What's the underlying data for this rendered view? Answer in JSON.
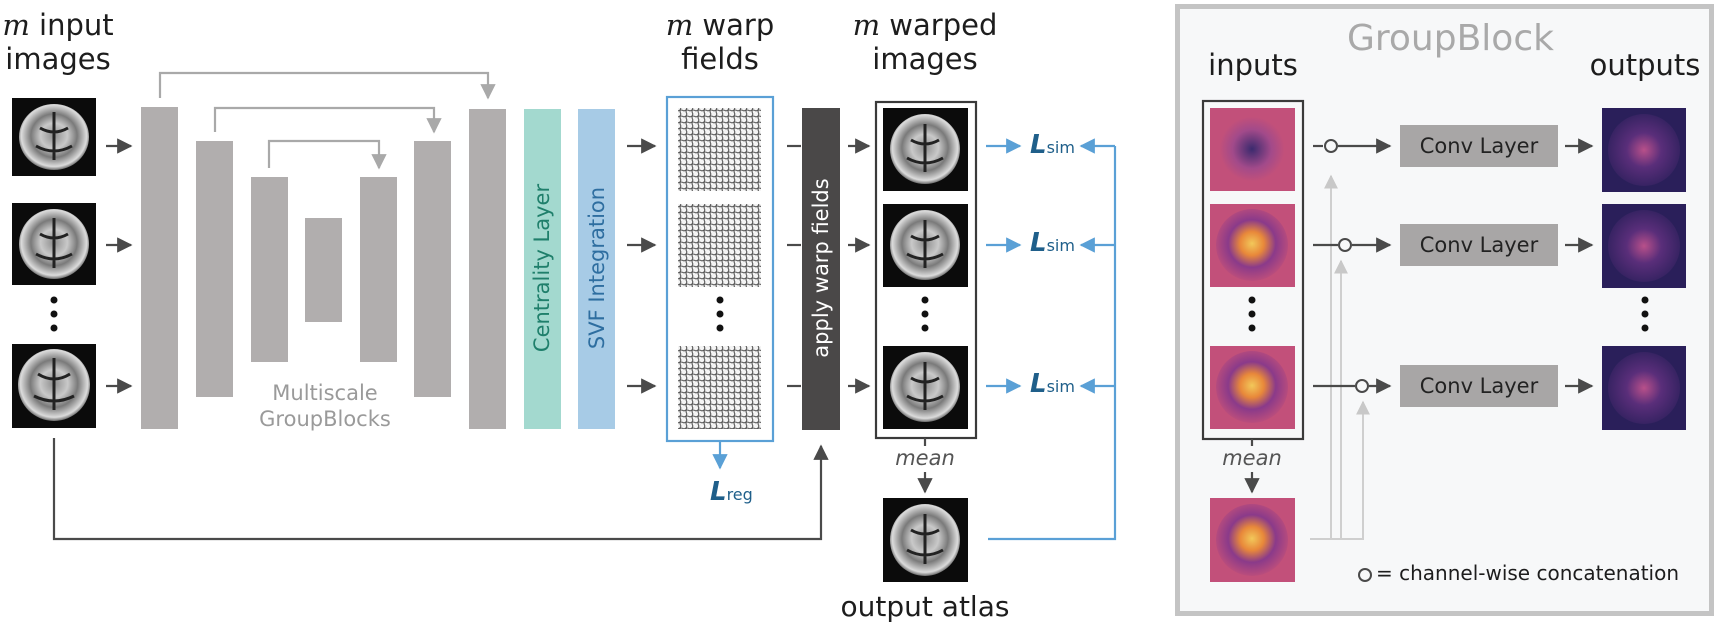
{
  "labels": {
    "input_images_m": "m",
    "input_images_line1": " input",
    "input_images_line2": "images",
    "warp_fields_m": "m",
    "warp_fields_line1": " warp",
    "warp_fields_line2": "fields",
    "warped_images_m": "m",
    "warped_images_line1": " warped",
    "warped_images_line2": "images",
    "multiscale_line1": "Multiscale",
    "multiscale_line2": "GroupBlocks",
    "centrality_layer": "Centrality Layer",
    "svf_integration": "SVF Integration",
    "apply_warp_fields": "apply warp fields",
    "mean_main": "mean",
    "output_atlas": "output atlas"
  },
  "losses": {
    "sim_L": "L",
    "sim_sub": "sim",
    "reg_L": "L",
    "reg_sub": "reg"
  },
  "groupblock": {
    "title": "GroupBlock",
    "inputs_label": "inputs",
    "outputs_label": "outputs",
    "conv_layer_1": "Conv Layer",
    "conv_layer_2": "Conv Layer",
    "conv_layer_3": "Conv Layer",
    "mean_label": "mean",
    "legend": "= channel-wise concatenation"
  },
  "colors": {
    "unet_bar": "#b1aeae",
    "centrality": "#a3d9cf",
    "centrality_text": "#1f7f6b",
    "svf": "#a7cbe6",
    "svf_text": "#2e6ea0",
    "apply_box": "#4a4848",
    "loss_blue": "#5aa0d6",
    "dark_arrow": "#4a4a4a",
    "grey_arrow": "#a9a9a9",
    "panel_border": "#c4c4c4"
  },
  "icons": [
    "brain-mri-icon",
    "warp-grid-icon",
    "heatmap-brain-icon",
    "ellipsis-dots-icon"
  ]
}
